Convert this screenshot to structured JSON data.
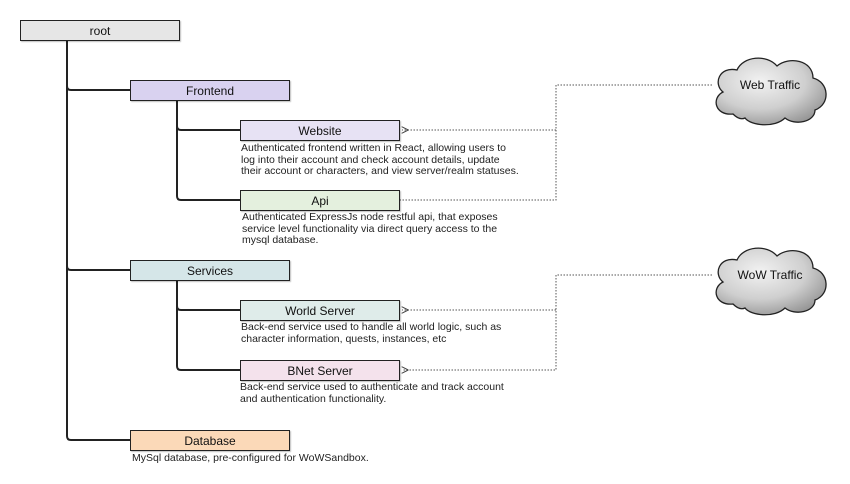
{
  "root": {
    "label": "root",
    "color": "#e6e6e6"
  },
  "frontend": {
    "label": "Frontend",
    "color": "#d9d2f0"
  },
  "website": {
    "label": "Website",
    "color": "#e7e2f4",
    "desc": [
      "Authenticated frontend written in React, allowing users to",
      "log into their account and check account details, update",
      "their account or characters, and view server/realm statuses."
    ]
  },
  "api": {
    "label": "Api",
    "color": "#e4f0de",
    "desc": [
      "Authenticated ExpressJs node restful api, that exposes",
      "service level functionality via direct query access to the",
      "mysql database."
    ]
  },
  "services": {
    "label": "Services",
    "color": "#d5e6e8"
  },
  "world_server": {
    "label": "World Server",
    "color": "#dfecea",
    "desc": [
      "Back-end service used to handle all world logic, such as",
      "character information, quests, instances, etc"
    ]
  },
  "bnet_server": {
    "label": "BNet Server",
    "color": "#f4e2ec",
    "desc": [
      "Back-end service used to authenticate and track account",
      "and authentication functionality."
    ]
  },
  "database": {
    "label": "Database",
    "color": "#fbd9b8",
    "desc": [
      "MySql database, pre-configured for WoWSandbox."
    ]
  },
  "clouds": {
    "web_traffic": "Web Traffic",
    "wow_traffic": "WoW Traffic"
  }
}
